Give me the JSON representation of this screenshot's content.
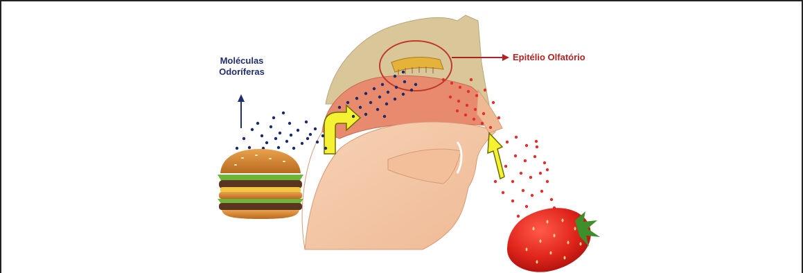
{
  "labels": {
    "molecules_line1": "Moléculas",
    "molecules_line2": "Odoríferas",
    "epithelium": "Epitélio Olfatório"
  },
  "colors": {
    "blue_molecules": "#1a2a6b",
    "red_molecules": "#e0302a",
    "arrow_yellow": "#f5f233",
    "label_blue": "#1f2f6e",
    "label_red": "#b22222",
    "skin": "#f3c9a8",
    "nasal_cavity": "#e88a6e",
    "bone": "#d9c79a",
    "frame": "#222222"
  },
  "icons": [
    "burger-icon",
    "strawberry-icon",
    "head-cross-section-icon",
    "up-arrow-icon",
    "right-arrow-icon",
    "yellow-flow-arrow-icon"
  ]
}
